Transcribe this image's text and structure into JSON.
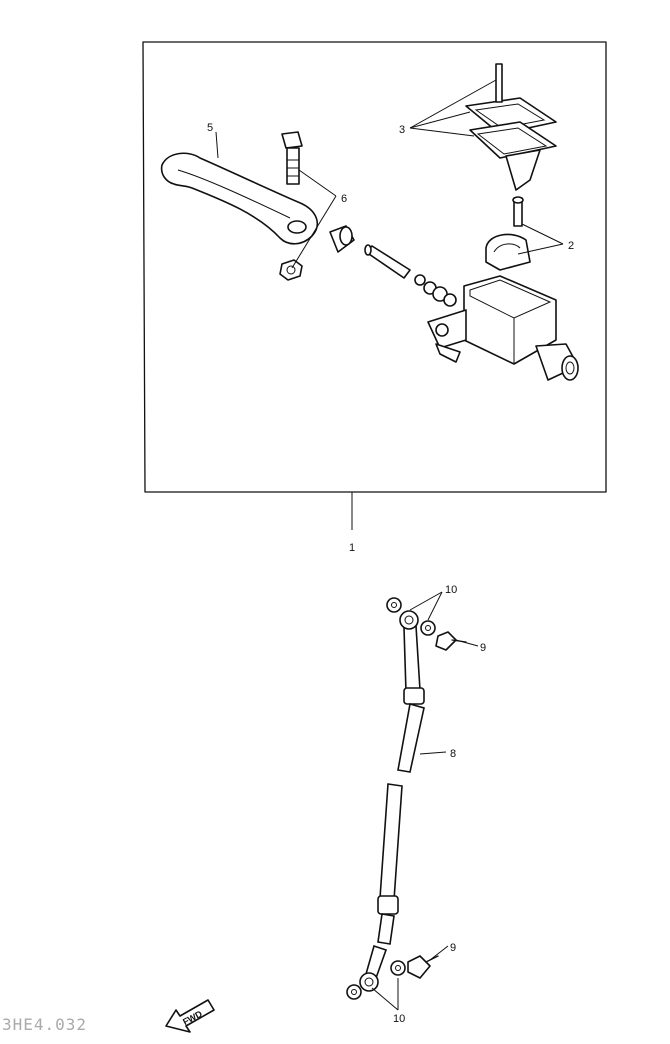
{
  "callouts": {
    "p1": "1",
    "p2": "2",
    "p3": "3",
    "p5": "5",
    "p6": "6",
    "p8": "8",
    "p9a": "9",
    "p9b": "9",
    "p10a": "10",
    "p10b": "10"
  },
  "footer": {
    "catalog_code": "3HE4.032",
    "direction_label": "FWD"
  }
}
